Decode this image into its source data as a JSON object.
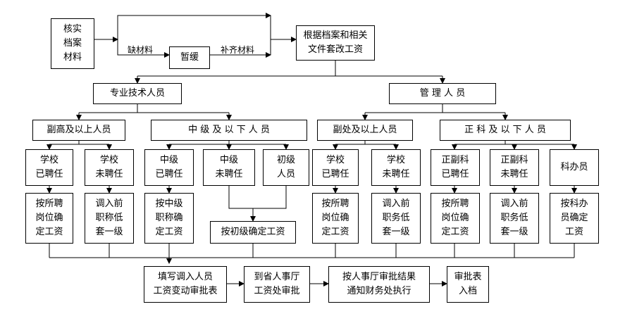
{
  "nodes": {
    "verify": "核实\n档案\n材料",
    "postpone": "暂缓",
    "adjust": "根据档案和相关\n文件套改工资",
    "tech": "专业技术人员",
    "mgmt": "管 理 人 员",
    "senior": "副高及以上人员",
    "midlow": "中 级 及 以 下 人 员",
    "deputy": "副处及以上人员",
    "section": "正 科 及 以 下 人 员",
    "t1": "学校\n已聘任",
    "t2": "学校\n未聘任",
    "t3": "中级\n已聘任",
    "t4": "中级\n未聘任",
    "t5": "初级\n人员",
    "m1": "学校\n已聘任",
    "m2": "学校\n未聘任",
    "m3": "正副科\n已聘任",
    "m4": "正副科\n未聘任",
    "m5": "科办员",
    "r1": "按所聘\n岗位确\n定工资",
    "r2": "调入前\n职称低\n套一级",
    "r3": "按中级\n职称确\n定工资",
    "r45": "按初级确定工资",
    "r6": "按所聘\n岗位确\n定工资",
    "r7": "调入前\n职务低\n套一级",
    "r8": "按所聘\n岗位确\n定工资",
    "r9": "调入前\n职务低\n套一级",
    "r10": "按科办\n员确定\n工资",
    "f1": "填写调入人员\n工资变动审批表",
    "f2": "到省人事厅\n工资处审批",
    "f3": "按人事厅审批结果\n通知财务处执行",
    "f4": "审批表\n入档"
  },
  "labels": {
    "missing": "缺材料",
    "supplement": "补齐材料"
  }
}
